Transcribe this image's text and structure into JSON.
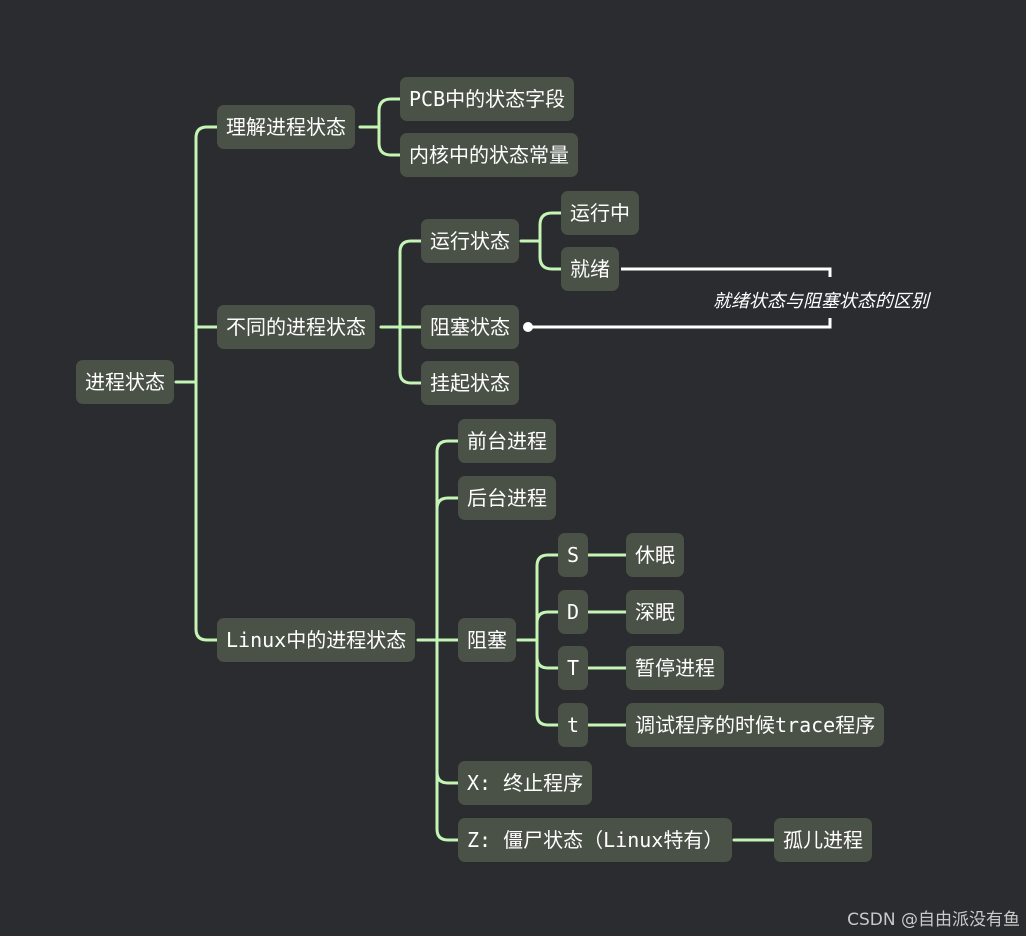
{
  "colors": {
    "background": "#2b2c2f",
    "node_fill": "#4a5247",
    "connector": "#c4f5b4",
    "annotation_line": "#ffffff"
  },
  "nodes": {
    "root": "进程状态",
    "understand": "理解进程状态",
    "pcb_fields": "PCB中的状态字段",
    "kernel_consts": "内核中的状态常量",
    "different": "不同的进程状态",
    "running_state": "运行状态",
    "running": "运行中",
    "ready": "就绪",
    "blocked_state": "阻塞状态",
    "suspended_state": "挂起状态",
    "linux_states": "Linux中的进程状态",
    "foreground": "前台进程",
    "background": "后台进程",
    "blocked": "阻塞",
    "s_letter": "S",
    "sleep": "休眠",
    "d_letter": "D",
    "deep_sleep": "深眠",
    "t_upper": "T",
    "stopped": "暂停进程",
    "t_lower": "t",
    "tracing": "调试程序的时候trace程序",
    "x_state": "X: 终止程序",
    "z_state": "Z: 僵尸状态（Linux特有）",
    "orphan": "孤儿进程"
  },
  "annotation": "就绪状态与阻塞状态的区别",
  "watermark": "CSDN @自由派没有鱼"
}
